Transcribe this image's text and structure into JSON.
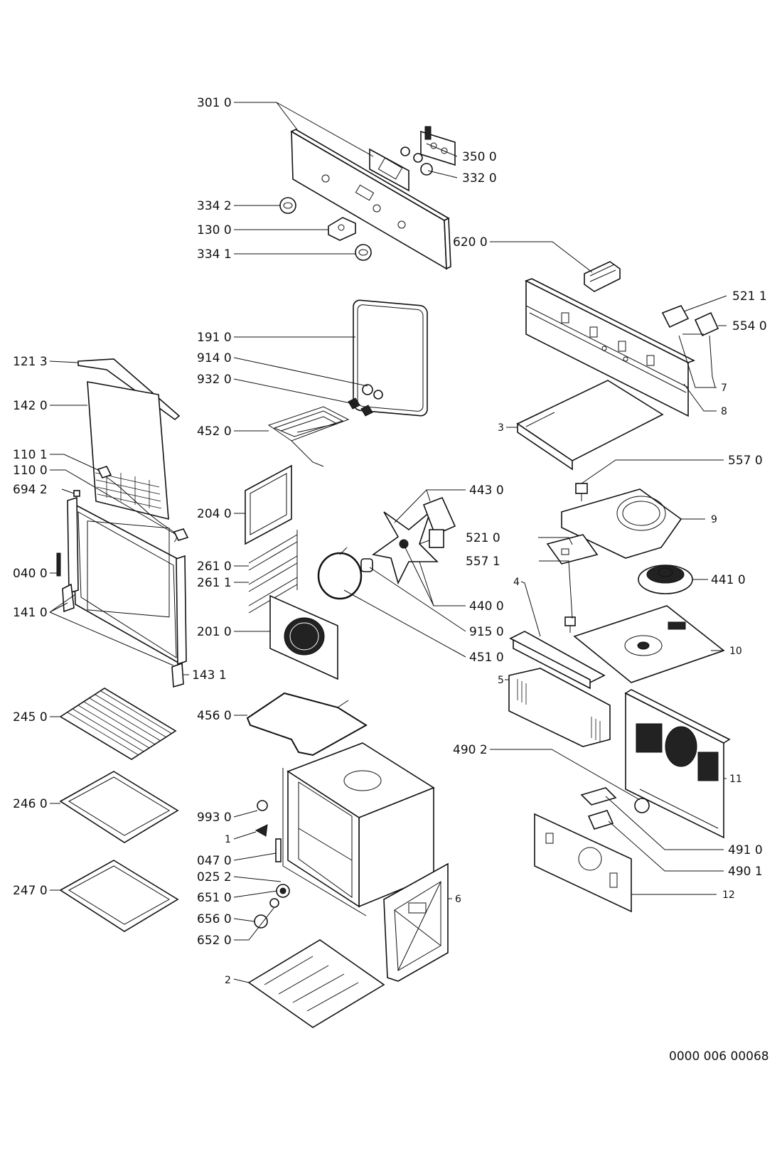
{
  "labels": {
    "l3010": "301 0",
    "l3500": "350 0",
    "l3320": "332 0",
    "l3342": "334 2",
    "l1300": "130 0",
    "l3341": "334 1",
    "l6200": "620 0",
    "l5211": "521 1",
    "l5540": "554 0",
    "l7": "7",
    "l8": "8",
    "l3": "3",
    "l5570": "557 0",
    "l1910": "191 0",
    "l9140": "914 0",
    "l9320": "932 0",
    "l4520": "452 0",
    "l1213": "121 3",
    "l1420": "142 0",
    "l1101": "110 1",
    "l1100": "110 0",
    "l6942": "694 2",
    "l0400": "040 0",
    "l1410": "141 0",
    "l1431": "143 1",
    "l2040": "204 0",
    "l2610": "261 0",
    "l2611": "261 1",
    "l2010": "201 0",
    "l4430": "443 0",
    "l5210": "521 0",
    "l5571": "557 1",
    "l4400": "440 0",
    "l9150": "915 0",
    "l4510": "451 0",
    "l9": "9",
    "l4410": "441 0",
    "l4": "4",
    "l10": "10",
    "l5": "5",
    "l2450": "245 0",
    "l4560": "456 0",
    "l4902": "490 2",
    "l11": "11",
    "l2460": "246 0",
    "l9930": "993 0",
    "l1": "1",
    "l0470": "047 0",
    "l0252": "025 2",
    "l6510": "651 0",
    "l6560": "656 0",
    "l6520": "652 0",
    "l2470": "247 0",
    "l6": "6",
    "l4910": "491 0",
    "l4901": "490 1",
    "l12": "12",
    "l2": "2"
  },
  "document_code": "0000 006 00068"
}
